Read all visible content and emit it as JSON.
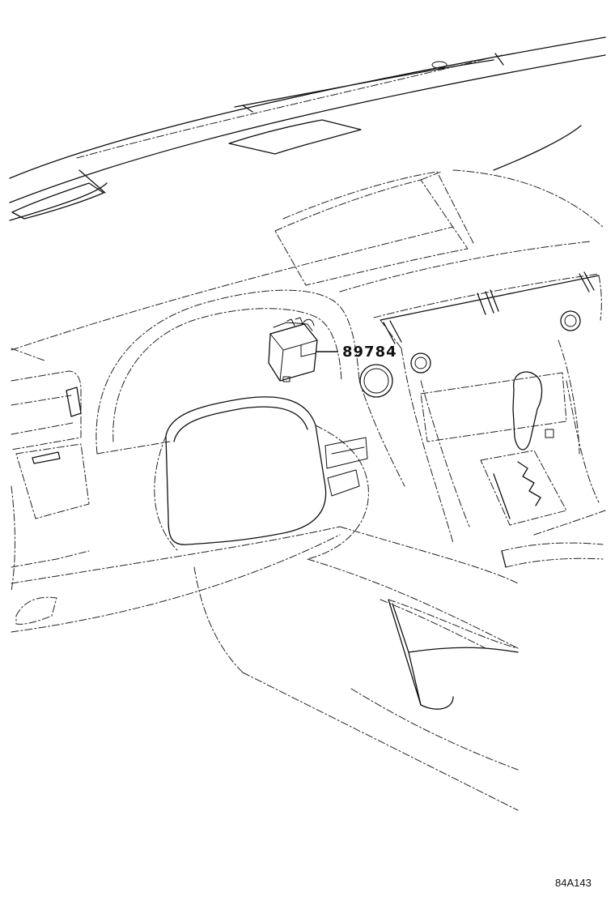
{
  "diagram": {
    "subject": "dashboard-instrument-panel",
    "part": {
      "number": "89784",
      "icon": "control-module-icon"
    },
    "figure_code": "84A143"
  }
}
